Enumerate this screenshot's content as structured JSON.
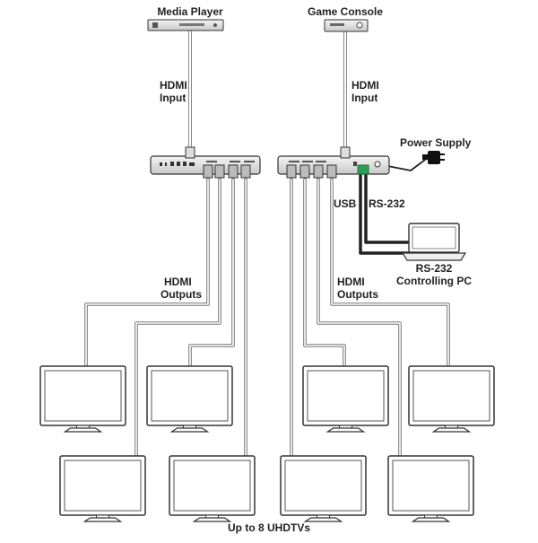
{
  "labels": {
    "media_player": "Media Player",
    "game_console": "Game Console",
    "hdmi_input_left_1": "HDMI",
    "hdmi_input_left_2": "Input",
    "hdmi_input_right_1": "HDMI",
    "hdmi_input_right_2": "Input",
    "power_supply": "Power Supply",
    "usb": "USB",
    "rs232": "RS-232",
    "pc_1": "RS-232",
    "pc_2": "Controlling PC",
    "hdmi_outputs_left_1": "HDMI",
    "hdmi_outputs_left_2": "Outputs",
    "hdmi_outputs_right_1": "HDMI",
    "hdmi_outputs_right_2": "Outputs",
    "footer": "Up to 8 UHDTVs"
  },
  "colors": {
    "cable": "#aaaaaa",
    "device_border": "#333333",
    "rs232_cable": "#111111",
    "port_accent": "#2e9e55"
  },
  "tv_count": 8
}
